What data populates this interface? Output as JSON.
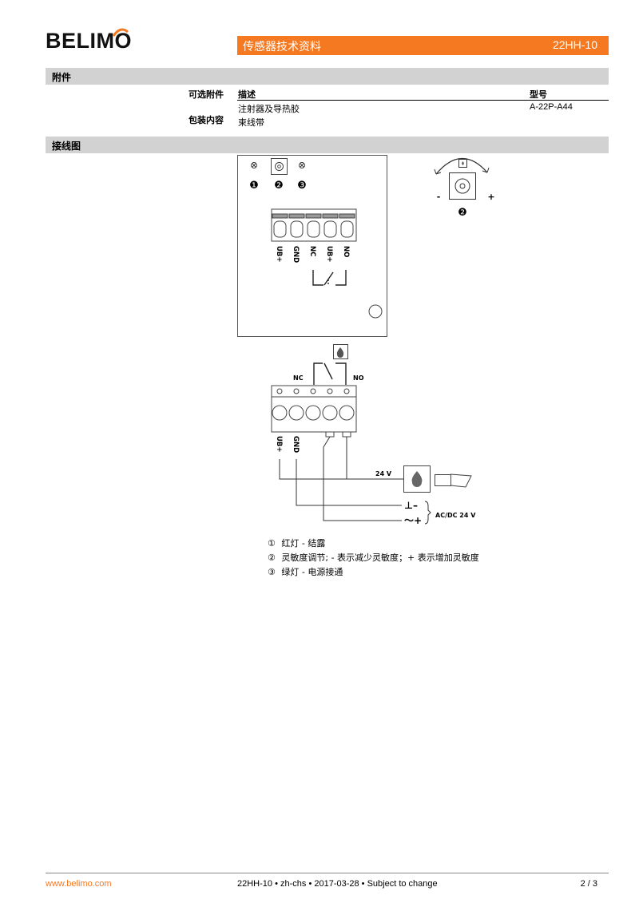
{
  "brand": {
    "name": "BELIMO"
  },
  "header": {
    "title": "传感器技术资料",
    "code": "22HH-10"
  },
  "accessories": {
    "section_title": "附件",
    "optional_label": "可选附件",
    "contents_label": "包装内容",
    "columns": {
      "description": "描述",
      "model": "型号"
    },
    "rows": [
      {
        "description": "注射器及导热胶",
        "model": "A-22P-A44"
      },
      {
        "description": "束线带",
        "model": ""
      }
    ]
  },
  "wiring": {
    "section_title": "接线图",
    "markers": [
      "❶",
      "❷",
      "❸"
    ],
    "terminal_labels": [
      "UB+",
      "GND",
      "NC",
      "UB+",
      "NO"
    ],
    "nc_label": "NC",
    "no_label": "NO",
    "minus": "-",
    "plus": "+",
    "marker_2": "❷",
    "voltage_24v": "24 V",
    "ground_symbol": "⊥–",
    "ac_symbol": "～+",
    "supply": "AC/DC 24 V",
    "bottom_labels": [
      "UB+",
      "GND"
    ],
    "legend": [
      {
        "num": "①",
        "text": "红灯 - 结露"
      },
      {
        "num": "②",
        "text": "灵敏度调节; - 表示减少灵敏度；+ 表示增加灵敏度"
      },
      {
        "num": "③",
        "text": "绿灯 - 电源接通"
      }
    ]
  },
  "footer": {
    "website": "www.belimo.com",
    "doc_info": "22HH-10 • zh-chs • 2017-03-28 • Subject to change",
    "page": "2 / 3"
  },
  "colors": {
    "accent": "#f47920",
    "section_bg": "#d2d2d2"
  }
}
